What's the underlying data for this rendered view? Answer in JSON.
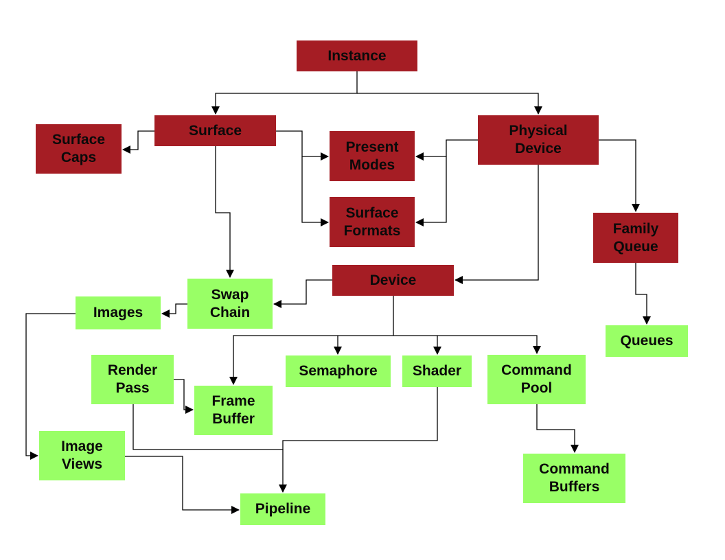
{
  "diagram": {
    "colors": {
      "object": "#a51d24",
      "handle": "#99ff66",
      "line": "#000000"
    },
    "nodes": [
      {
        "id": "instance",
        "label": "Instance",
        "kind": "object"
      },
      {
        "id": "surface",
        "label": "Surface",
        "kind": "object"
      },
      {
        "id": "surface-caps",
        "label": "Surface\nCaps",
        "kind": "object"
      },
      {
        "id": "physical-device",
        "label": "Physical\nDevice",
        "kind": "object"
      },
      {
        "id": "present-modes",
        "label": "Present\nModes",
        "kind": "object"
      },
      {
        "id": "surface-formats",
        "label": "Surface\nFormats",
        "kind": "object"
      },
      {
        "id": "family-queue",
        "label": "Family\nQueue",
        "kind": "object"
      },
      {
        "id": "device",
        "label": "Device",
        "kind": "object"
      },
      {
        "id": "swap-chain",
        "label": "Swap\nChain",
        "kind": "handle"
      },
      {
        "id": "images",
        "label": "Images",
        "kind": "handle"
      },
      {
        "id": "queues",
        "label": "Queues",
        "kind": "handle"
      },
      {
        "id": "render-pass",
        "label": "Render\nPass",
        "kind": "handle"
      },
      {
        "id": "frame-buffer",
        "label": "Frame\nBuffer",
        "kind": "handle"
      },
      {
        "id": "semaphore",
        "label": "Semaphore",
        "kind": "handle"
      },
      {
        "id": "shader",
        "label": "Shader",
        "kind": "handle"
      },
      {
        "id": "command-pool",
        "label": "Command\nPool",
        "kind": "handle"
      },
      {
        "id": "image-views",
        "label": "Image\nViews",
        "kind": "handle"
      },
      {
        "id": "pipeline",
        "label": "Pipeline",
        "kind": "handle"
      },
      {
        "id": "command-buffers",
        "label": "Command\nBuffers",
        "kind": "handle"
      }
    ],
    "edges": [
      {
        "from": "instance",
        "to": "surface"
      },
      {
        "from": "instance",
        "to": "physical-device"
      },
      {
        "from": "surface",
        "to": "surface-caps"
      },
      {
        "from": "surface",
        "to": "present-modes"
      },
      {
        "from": "surface",
        "to": "surface-formats"
      },
      {
        "from": "surface",
        "to": "swap-chain"
      },
      {
        "from": "physical-device",
        "to": "present-modes"
      },
      {
        "from": "physical-device",
        "to": "surface-formats"
      },
      {
        "from": "physical-device",
        "to": "family-queue"
      },
      {
        "from": "physical-device",
        "to": "device"
      },
      {
        "from": "family-queue",
        "to": "queues"
      },
      {
        "from": "device",
        "to": "swap-chain"
      },
      {
        "from": "device",
        "to": "frame-buffer"
      },
      {
        "from": "device",
        "to": "semaphore"
      },
      {
        "from": "device",
        "to": "shader"
      },
      {
        "from": "device",
        "to": "command-pool"
      },
      {
        "from": "swap-chain",
        "to": "images"
      },
      {
        "from": "images",
        "to": "image-views"
      },
      {
        "from": "render-pass",
        "to": "frame-buffer"
      },
      {
        "from": "render-pass",
        "to": "pipeline"
      },
      {
        "from": "shader",
        "to": "pipeline"
      },
      {
        "from": "image-views",
        "to": "pipeline"
      },
      {
        "from": "command-pool",
        "to": "command-buffers"
      }
    ]
  }
}
